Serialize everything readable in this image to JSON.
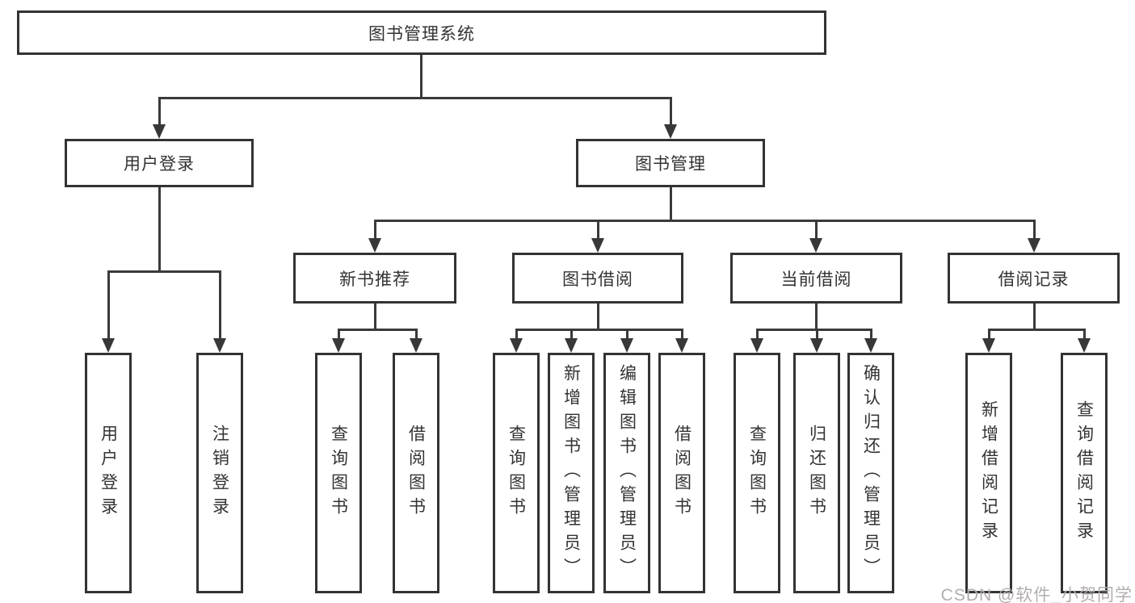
{
  "diagram": {
    "root": {
      "label": "图书管理系统"
    },
    "level1": [
      {
        "label": "用户登录"
      },
      {
        "label": "图书管理"
      }
    ],
    "level2": [
      {
        "label": "新书推荐"
      },
      {
        "label": "图书借阅"
      },
      {
        "label": "当前借阅"
      },
      {
        "label": "借阅记录"
      }
    ],
    "leaves": {
      "user_login": [
        "用户登录",
        "注销登录"
      ],
      "new_book": [
        "查询图书",
        "借阅图书"
      ],
      "borrow": [
        "查询图书",
        "新增图书（管理员）",
        "编辑图书（管理员）",
        "借阅图书"
      ],
      "current": [
        "查询图书",
        "归还图书",
        "确认归还（管理员）"
      ],
      "records": [
        "新增借阅记录",
        "查询借阅记录"
      ]
    },
    "colors": {
      "line": "#3a3a3a",
      "border": "#333333",
      "text": "#333333",
      "watermark": "#b3aeae"
    },
    "watermark": "CSDN @软件_小贺同学"
  }
}
